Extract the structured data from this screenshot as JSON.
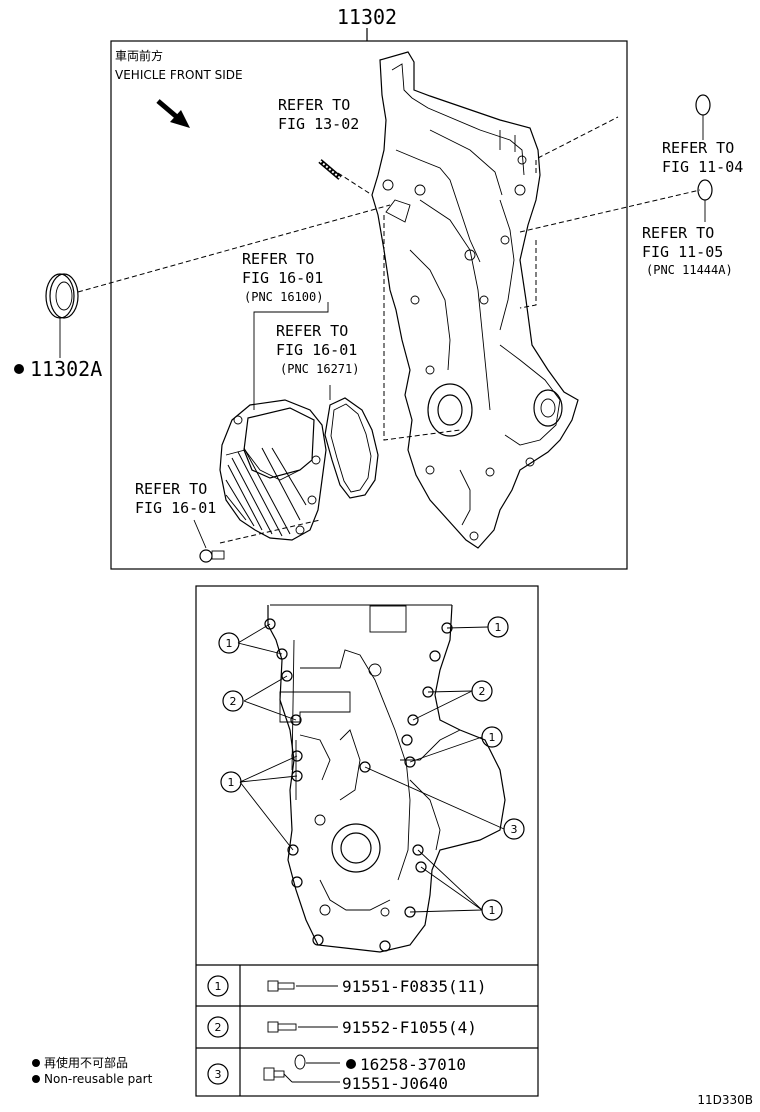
{
  "diagram": {
    "main_part_no": "11302",
    "direction_label_jp": "車両前方",
    "direction_label_en": "VEHICLE FRONT SIDE",
    "seal_part_no": "11302A",
    "refs": {
      "fig_13_02": [
        "REFER TO",
        "FIG 13-02"
      ],
      "fig_11_04": [
        "REFER TO",
        "FIG 11-04"
      ],
      "fig_11_05": [
        "REFER TO",
        "FIG 11-05"
      ],
      "fig_11_05_pnc": "(PNC 11444A)",
      "fig_16_01_a": [
        "REFER TO",
        "FIG 16-01"
      ],
      "fig_16_01_a_pnc": "(PNC 16100)",
      "fig_16_01_b": [
        "REFER TO",
        "FIG 16-01"
      ],
      "fig_16_01_b_pnc": "(PNC 16271)",
      "fig_16_01_c": [
        "REFER TO",
        "FIG 16-01"
      ]
    },
    "callout_numbers": [
      "1",
      "2",
      "3"
    ],
    "bolt_table": [
      {
        "index": "1",
        "parts": [
          "91551-F0835(11)"
        ]
      },
      {
        "index": "2",
        "parts": [
          "91552-F1055(4)"
        ]
      },
      {
        "index": "3",
        "parts": [
          "16258-37010",
          "91551-J0640"
        ]
      }
    ],
    "legend_jp": "再使用不可部品",
    "legend_en": "Non-reusable part",
    "figure_code": "11D330B"
  }
}
